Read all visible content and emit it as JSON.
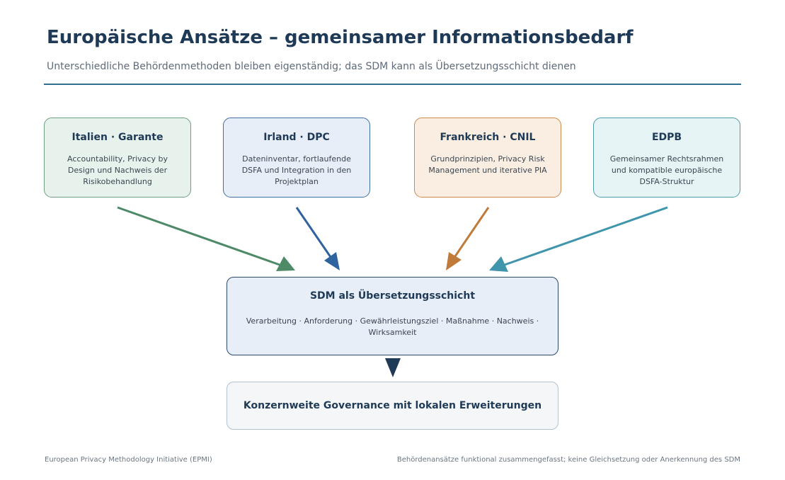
{
  "header": {
    "title": "Europäische Ansätze – gemeinsamer Informationsbedarf",
    "subtitle": "Unterschiedliche Behördenmethoden bleiben eigenständig; das SDM kann als Übersetzungsschicht dienen"
  },
  "cards": [
    {
      "title": "Italien · Garante",
      "desc": "Accountability, Privacy by Design und Nachweis der Risikobehandlung",
      "color": "#4f8a68"
    },
    {
      "title": "Irland · DPC",
      "desc": "Dateninventar, fortlaufende DSFA und Integration in den Projektplan",
      "color": "#2f63a0"
    },
    {
      "title": "Frankreich · CNIL",
      "desc": "Grundprinzipien, Privacy Risk Management und iterative PIA",
      "color": "#c07a3a"
    },
    {
      "title": "EDPB",
      "desc": "Gemeinsamer Rechtsrahmen und kompatible europäische DSFA-Struktur",
      "color": "#3f95ab"
    }
  ],
  "sdm": {
    "title": "SDM als Übersetzungsschicht",
    "desc": "Verarbeitung · Anforderung · Gewährleistungsziel · Maßnahme · Nachweis · Wirksamkeit"
  },
  "governance": {
    "label": "Konzernweite Governance mit lokalen Erweiterungen"
  },
  "footer": {
    "left": "European Privacy Methodology Initiative (EPMI)",
    "right": "Behördenansätze funktional zusammengefasst; keine Gleichsetzung oder Anerkennung des SDM"
  },
  "colors": {
    "primary": "#1f3a56",
    "down_arrow": "#1f3a56"
  }
}
